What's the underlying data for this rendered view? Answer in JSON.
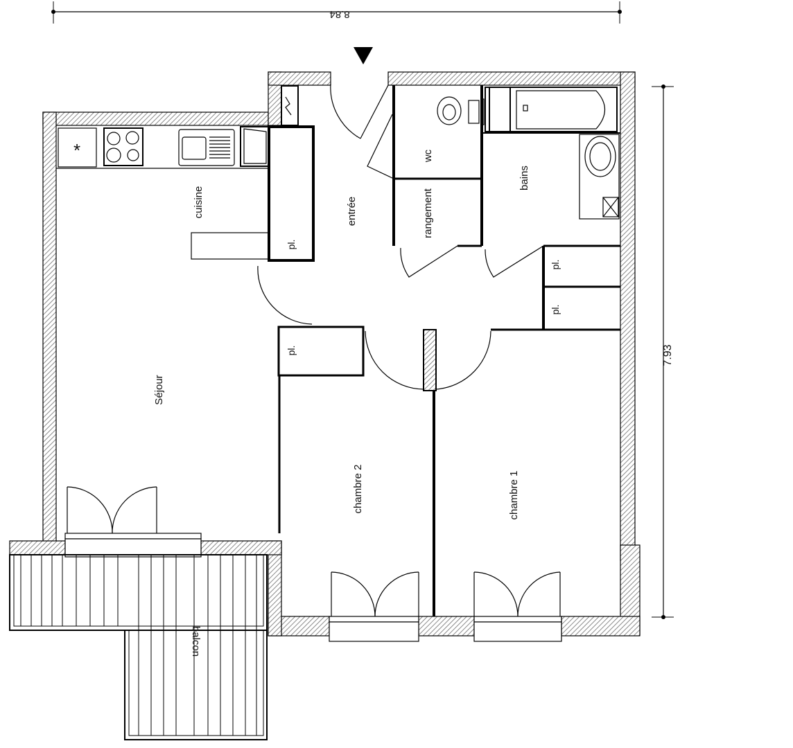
{
  "dimensions": {
    "width_label": "8.84",
    "height_label": "7.93"
  },
  "rooms": {
    "cuisine": "cuisine",
    "entree": "entrée",
    "wc": "wc",
    "rangement": "rangement",
    "bains": "bains",
    "sejour": "Séjour",
    "chambre2": "chambre 2",
    "chambre1": "chambre 1",
    "balcon": "balcon"
  },
  "closets": {
    "cuisine_pl": "pl.",
    "bains_pl_1": "pl.",
    "bains_pl_2": "pl.",
    "chambre2_pl": "pl."
  },
  "symbols": {
    "extractor": "*"
  },
  "colors": {
    "wall_hatch": "#9a9a9a",
    "line": "#000000",
    "background": "#ffffff"
  }
}
